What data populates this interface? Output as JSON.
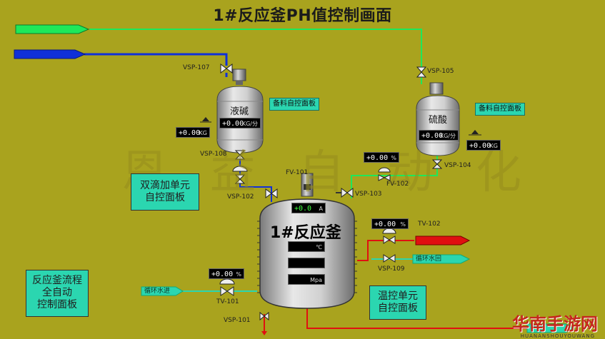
{
  "title": "1#反应釜PH值控制画面",
  "arrows": {
    "top_green": "",
    "top_blue": ""
  },
  "valves": {
    "vsp107": "VSP-107",
    "vsp105": "VSP-105",
    "vsp108": "VSP-108",
    "vsp104": "VSP-104",
    "vsp102": "VSP-102",
    "vsp103": "VSP-103",
    "fv101": "FV-101",
    "fv102": "FV-102",
    "tv102": "TV-102",
    "vsp109": "VSP-109",
    "tv101": "TV-101",
    "vsp101": "VSP-101"
  },
  "tanks": {
    "left": "液碱",
    "right": "硫酸",
    "reactor": "1#反应釜"
  },
  "displays": {
    "left_tank_flow": {
      "value": "+0.00",
      "unit": "KG/分"
    },
    "left_kg": {
      "value": "+0.00",
      "unit": "KG"
    },
    "right_tank_flow": {
      "value": "+0.00",
      "unit": "KG/分"
    },
    "right_kg": {
      "value": "+0.00",
      "unit": "KG"
    },
    "fv102_pct": {
      "value": "+0.00",
      "unit": "%"
    },
    "reactor_current": {
      "value": "+0.0",
      "unit": "A"
    },
    "reactor_temp": {
      "value": "",
      "unit": "℃"
    },
    "reactor_r2": {
      "value": "",
      "unit": ""
    },
    "reactor_pressure": {
      "value": "",
      "unit": "Mpa"
    },
    "tv102_pct": {
      "value": "+0.00",
      "unit": "%"
    },
    "tv101_pct": {
      "value": "+0.00",
      "unit": "%"
    }
  },
  "buttons": {
    "left_panel": "备料自控面板",
    "right_panel": "备料自控面板",
    "dual_drip": "双滴加单元\n自控面板",
    "reactor_flow": "反应釜流程\n全自动\n控制面板",
    "temp_ctrl": "温控单元\n自控面板"
  },
  "labels": {
    "steam_in": "",
    "cool_return": "循环水回",
    "cool_in": "循环水进"
  },
  "watermark": "恩益自动化",
  "logo": {
    "main": "华南手游网",
    "sub": "HUANANSHOUYOUWANG"
  },
  "colors": {
    "background": "#a9a31e",
    "pipe_green": "#1ee85a",
    "pipe_blue": "#1030d8",
    "pipe_red": "#e01010",
    "tank_silver": "#c9c9c9",
    "button_cyan": "#2bd6b0"
  }
}
